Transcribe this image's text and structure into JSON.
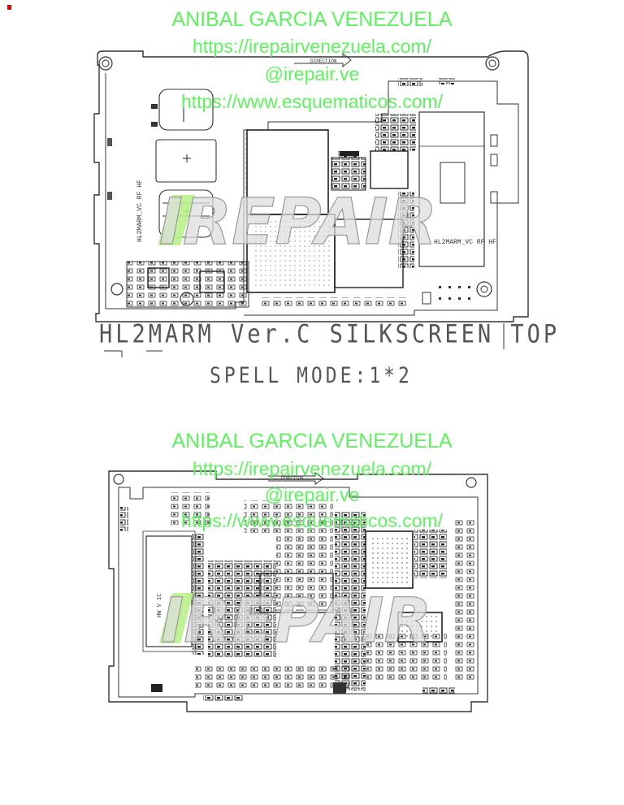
{
  "watermarks": {
    "top": {
      "name": "ANIBAL GARCIA VENEZUELA",
      "url": "https://irepairvenezuela.com/",
      "handle": "@irepair.ve",
      "url2": "https://www.esquematicos.com/"
    },
    "bottom": {
      "name": "ANIBAL GARCIA VENEZUELA",
      "url": "https://irepairvenezuela.com/",
      "handle": "@irepair.ve",
      "url2": "https://www.esquematicos.com/"
    }
  },
  "logo_text": "IREPAIR",
  "board_top": {
    "direction_label": "DIRECTION",
    "label_left": "HL2MARM_VC RF HF",
    "label_right": "HL2MARM_VC RF HF"
  },
  "board_bottom": {
    "direction_label": "DIRECTION"
  },
  "captions": {
    "title": "HL2MARM Ver.C SILKSCREEN TOP",
    "mode": "SPELL MODE:1*2"
  },
  "colors": {
    "watermark": "#5ef25e",
    "outline": "#333333",
    "logo_fill": "#d9d9d9"
  }
}
